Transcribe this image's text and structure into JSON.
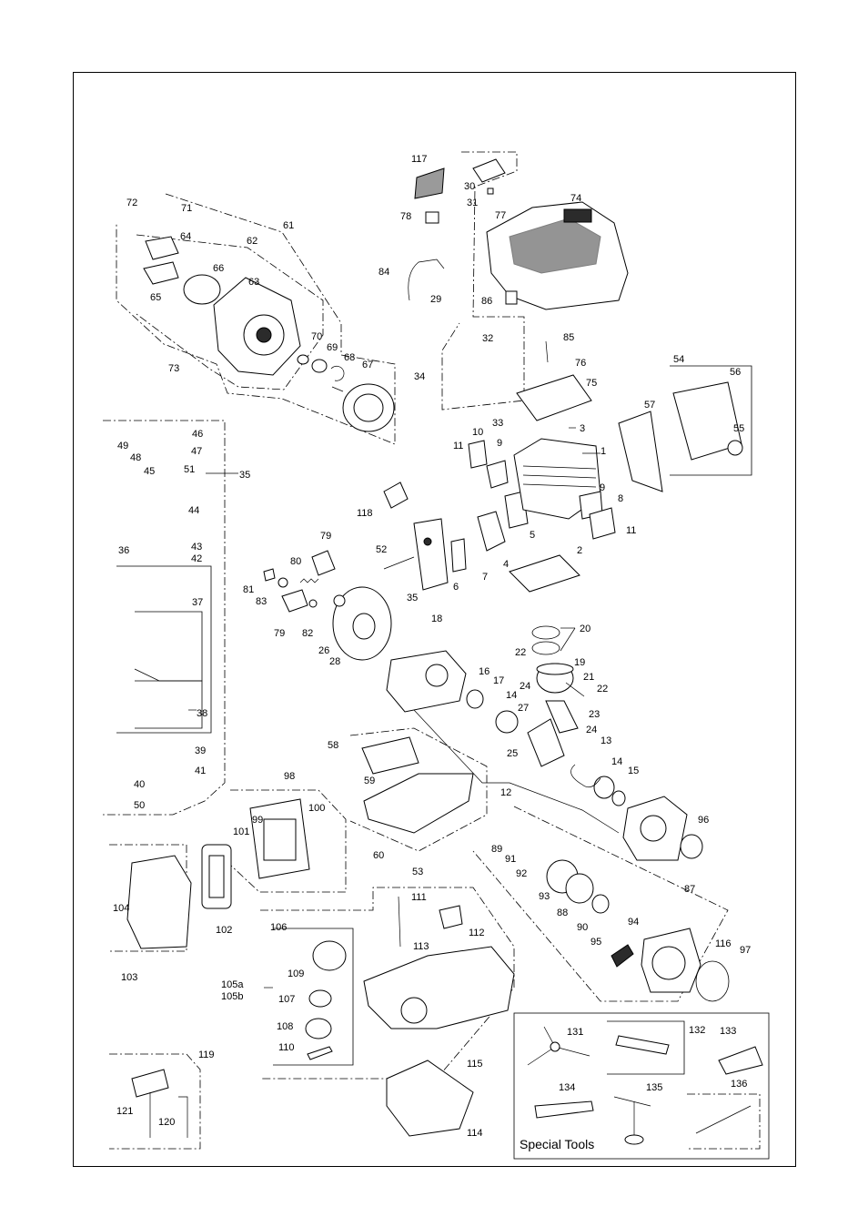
{
  "callouts": {
    "c1": "1",
    "c2": "2",
    "c3": "3",
    "c4": "4",
    "c5": "5",
    "c6": "6",
    "c7": "7",
    "c8": "8",
    "c9a": "9",
    "c9b": "9",
    "c10": "10",
    "c11a": "11",
    "c11b": "11",
    "c12": "12",
    "c13": "13",
    "c14a": "14",
    "c14b": "14",
    "c15": "15",
    "c16": "16",
    "c17": "17",
    "c18": "18",
    "c19": "19",
    "c20": "20",
    "c21": "21",
    "c22a": "22",
    "c22b": "22",
    "c23": "23",
    "c24a": "24",
    "c24b": "24",
    "c25": "25",
    "c26": "26",
    "c27": "27",
    "c28": "28",
    "c29": "29",
    "c30": "30",
    "c31": "31",
    "c32": "32",
    "c33": "33",
    "c34": "34",
    "c35a": "35",
    "c35b": "35",
    "c36": "36",
    "c37": "37",
    "c38": "38",
    "c39": "39",
    "c40": "40",
    "c41": "41",
    "c42": "42",
    "c43": "43",
    "c44": "44",
    "c45": "45",
    "c46": "46",
    "c47": "47",
    "c48": "48",
    "c49": "49",
    "c50": "50",
    "c51": "51",
    "c52": "52",
    "c53": "53",
    "c54": "54",
    "c55": "55",
    "c56": "56",
    "c57": "57",
    "c58": "58",
    "c59": "59",
    "c60": "60",
    "c61": "61",
    "c62": "62",
    "c63": "63",
    "c64": "64",
    "c65": "65",
    "c66": "66",
    "c67": "67",
    "c68": "68",
    "c69": "69",
    "c70": "70",
    "c71": "71",
    "c72": "72",
    "c73": "73",
    "c74": "74",
    "c75": "75",
    "c76": "76",
    "c77": "77",
    "c78": "78",
    "c79a": "79",
    "c79b": "79",
    "c80": "80",
    "c81": "81",
    "c82": "82",
    "c83": "83",
    "c84": "84",
    "c85": "85",
    "c86": "86",
    "c87": "87",
    "c88": "88",
    "c89": "89",
    "c90": "90",
    "c91": "91",
    "c92": "92",
    "c93": "93",
    "c94": "94",
    "c95": "95",
    "c96": "96",
    "c97": "97",
    "c98": "98",
    "c99": "99",
    "c100": "100",
    "c101": "101",
    "c102": "102",
    "c103": "103",
    "c104": "104",
    "c105a": "105a",
    "c105b": "105b",
    "c106": "106",
    "c107": "107",
    "c108": "108",
    "c109": "109",
    "c110": "110",
    "c111": "111",
    "c112": "112",
    "c113": "113",
    "c114": "114",
    "c115": "115",
    "c116": "116",
    "c117": "117",
    "c118": "118",
    "c119": "119",
    "c120": "120",
    "c121": "121",
    "c131": "131",
    "c132": "132",
    "c133": "133",
    "c134": "134",
    "c135": "135",
    "c136": "136"
  },
  "special_tools": {
    "title": "Special Tools"
  }
}
